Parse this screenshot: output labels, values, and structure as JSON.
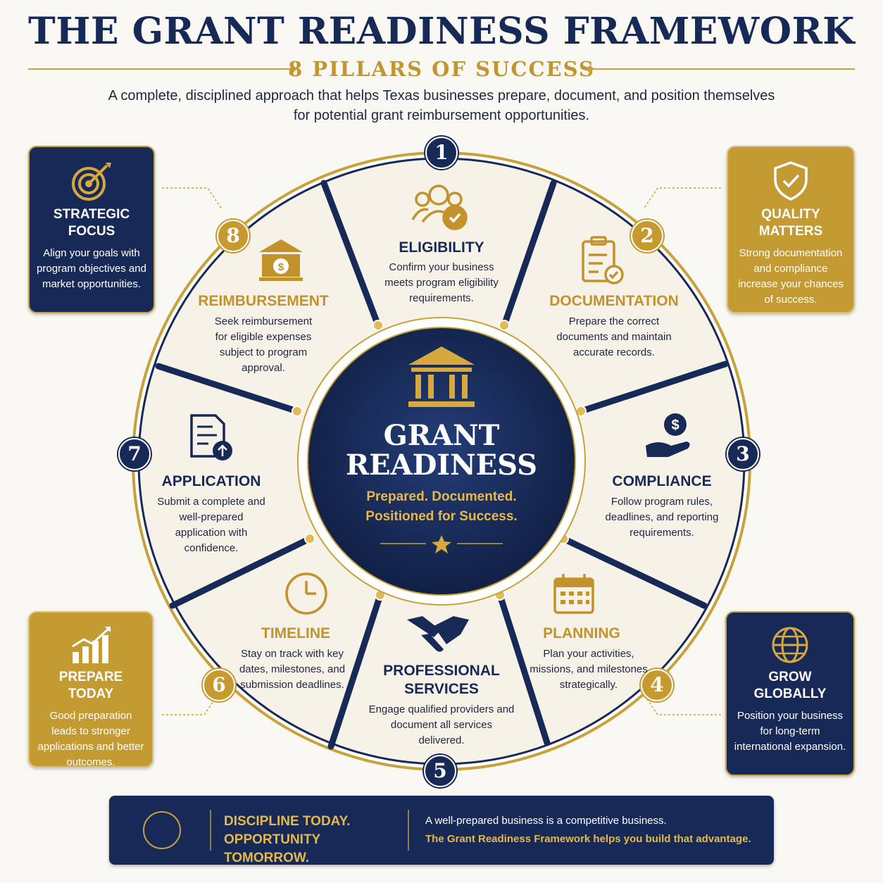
{
  "header": {
    "title": "THE GRANT READINESS FRAMEWORK",
    "subtitle": "8 PILLARS OF SUCCESS",
    "intro": "A complete, disciplined approach that helps Texas businesses prepare, document, and position themselves for potential grant reimbursement opportunities."
  },
  "center": {
    "title_line1": "GRANT",
    "title_line2": "READINESS",
    "tagline_line1": "Prepared. Documented.",
    "tagline_line2": "Positioned for Success."
  },
  "pillars": [
    {
      "number": "1",
      "title": "ELIGIBILITY",
      "text": "Confirm your business meets program eligibility requirements.",
      "icon": "people-check-icon"
    },
    {
      "number": "2",
      "title": "DOCUMENTATION",
      "text": "Prepare the correct documents and maintain accurate records.",
      "icon": "clipboard-check-icon"
    },
    {
      "number": "3",
      "title": "COMPLIANCE",
      "text": "Follow program rules, deadlines, and reporting requirements.",
      "icon": "hand-dollar-icon"
    },
    {
      "number": "4",
      "title": "PLANNING",
      "text": "Plan your activities, missions, and milestones strategically.",
      "icon": "calendar-icon"
    },
    {
      "number": "5",
      "title_line1": "PROFESSIONAL",
      "title_line2": "SERVICES",
      "text": "Engage qualified providers and document all services delivered.",
      "icon": "handshake-icon"
    },
    {
      "number": "6",
      "title": "TIMELINE",
      "text": "Stay on track with key dates, milestones, and submission deadlines.",
      "icon": "clock-icon"
    },
    {
      "number": "7",
      "title": "APPLICATION",
      "text": "Submit a complete and well-prepared application with confidence.",
      "icon": "document-upload-icon"
    },
    {
      "number": "8",
      "title": "REIMBURSEMENT",
      "text": "Seek reimbursement for eligible expenses subject to program approval.",
      "icon": "bank-dollar-icon"
    }
  ],
  "corner_cards": {
    "strategic_focus": {
      "title_line1": "STRATEGIC",
      "title_line2": "FOCUS",
      "text": "Align your goals with program objectives and market opportunities.",
      "icon": "target-icon"
    },
    "quality_matters": {
      "title_line1": "QUALITY",
      "title_line2": "MATTERS",
      "text": "Strong documentation and compliance increase your chances of success.",
      "icon": "shield-check-icon"
    },
    "prepare_today": {
      "title": "PREPARE TODAY",
      "text": "Good preparation leads to stronger applications and better outcomes.",
      "icon": "growth-chart-icon"
    },
    "grow_globally": {
      "title_line1": "GROW",
      "title_line2": "GLOBALLY",
      "text": "Position your business for long-term international expansion.",
      "icon": "globe-icon"
    }
  },
  "banner": {
    "left_line1": "DISCIPLINE TODAY.",
    "left_line2": "OPPORTUNITY TOMORROW.",
    "right_line1": "A well-prepared business is a competitive business.",
    "right_line2": "The Grant Readiness Framework helps you build that advantage.",
    "icon": "trophy-icon"
  },
  "colors": {
    "navy": "#172a57",
    "gold": "#c49a32",
    "cream": "#faf8f3"
  }
}
